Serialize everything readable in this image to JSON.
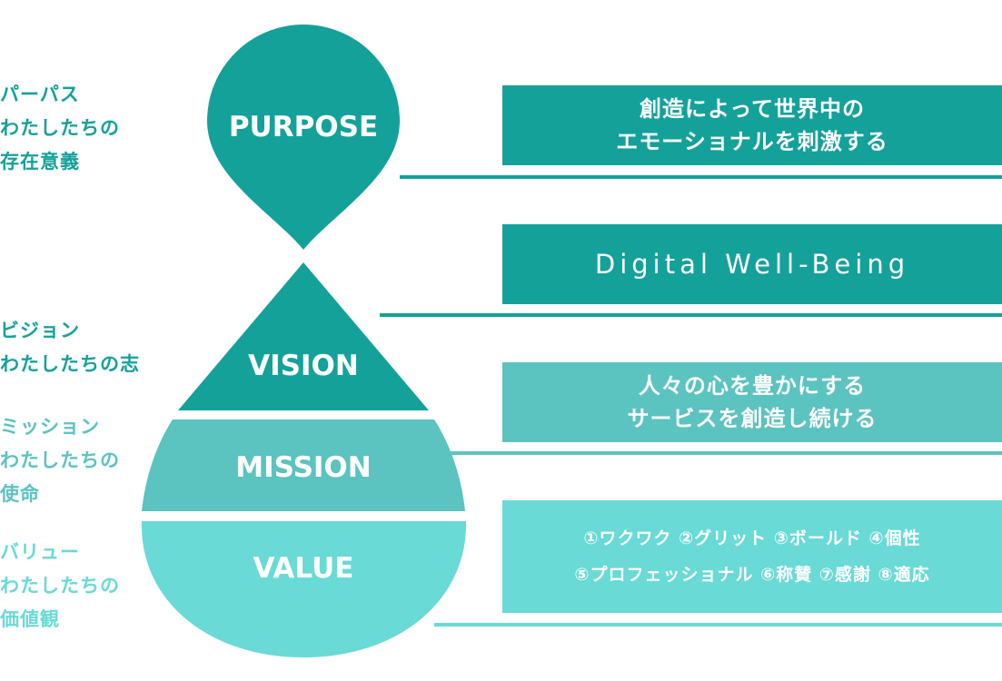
{
  "colors": {
    "purpose": "#14a19a",
    "vision": "#14a19a",
    "mission": "#5bc3c0",
    "value": "#69dad6"
  },
  "levels": {
    "purpose": {
      "shape_label": "PURPOSE",
      "side_label": [
        "パーパス",
        "わたしたちの",
        "存在意義"
      ],
      "statement": [
        "創造によって世界中の",
        "エモーショナルを刺激する"
      ]
    },
    "vision": {
      "shape_label": "VISION",
      "side_label": [
        "ビジョン",
        "わたしたちの志"
      ],
      "statement": [
        "Digital Well-Being"
      ]
    },
    "mission": {
      "shape_label": "MISSION",
      "side_label": [
        "ミッション",
        "わたしたちの",
        "使命"
      ],
      "statement": [
        "人々の心を豊かにする",
        "サービスを創造し続ける"
      ]
    },
    "value": {
      "shape_label": "VALUE",
      "side_label": [
        "バリュー",
        "わたしたちの",
        "価値観"
      ],
      "statement": [
        "①ワクワク ②グリット ③ボールド ④個性",
        "⑤プロフェッショナル ⑥称賛 ⑦感謝 ⑧適応"
      ]
    }
  }
}
